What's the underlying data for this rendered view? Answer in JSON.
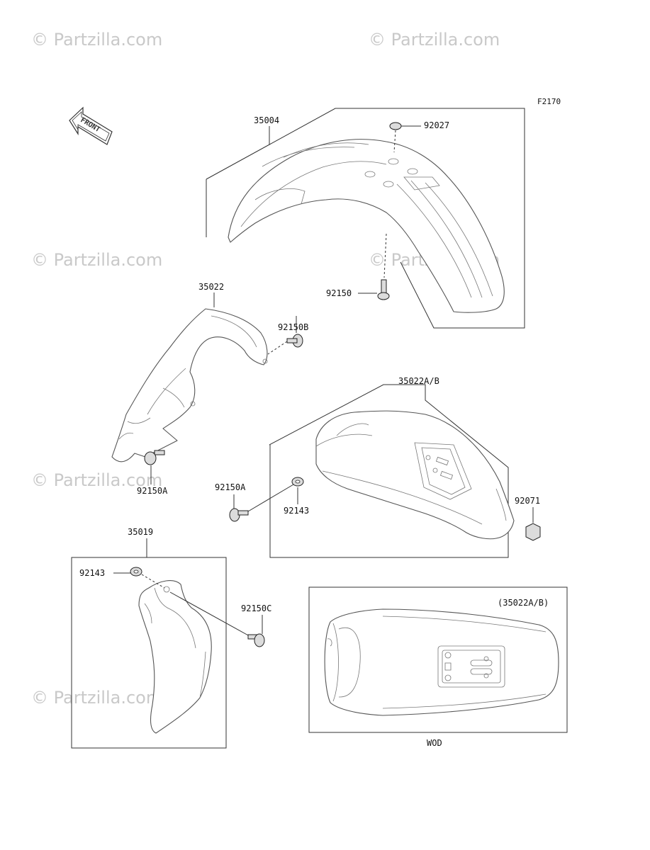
{
  "figure_code": "F2170",
  "front_label": "FRONT",
  "watermark": "© Partzilla.com",
  "parts": {
    "p35004": "35004",
    "p92027": "92027",
    "p92150": "92150",
    "p35022": "35022",
    "p92150B": "92150B",
    "p92150A_left": "92150A",
    "p35022AB": "35022A/B",
    "p92150A_mid": "92150A",
    "p92143_mid": "92143",
    "p92071": "92071",
    "p35019": "35019",
    "p92143_low": "92143",
    "p92150C": "92150C"
  },
  "inset": {
    "title": "(35022A/B)",
    "caption": "WOD"
  }
}
